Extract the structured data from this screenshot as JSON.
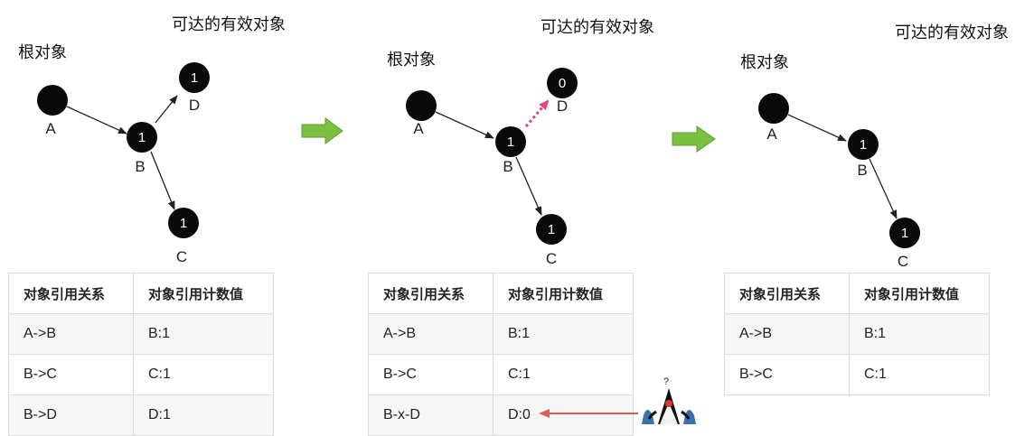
{
  "panels": [
    {
      "root_label": "根对象",
      "reachable_label": "可达的有效对象",
      "nodes": {
        "A": {
          "name": "A",
          "count": ""
        },
        "B": {
          "name": "B",
          "count": "1"
        },
        "C": {
          "name": "C",
          "count": "1"
        },
        "D": {
          "name": "D",
          "count": "1"
        }
      },
      "table": {
        "headers": [
          "对象引用关系",
          "对象引用计数值"
        ],
        "rows": [
          [
            "A->B",
            "B:1"
          ],
          [
            "B->C",
            "C:1"
          ],
          [
            "B->D",
            "D:1"
          ]
        ]
      }
    },
    {
      "root_label": "根对象",
      "reachable_label": "可达的有效对象",
      "nodes": {
        "A": {
          "name": "A",
          "count": ""
        },
        "B": {
          "name": "B",
          "count": "1"
        },
        "C": {
          "name": "C",
          "count": "1"
        },
        "D": {
          "name": "D",
          "count": "0"
        }
      },
      "table": {
        "headers": [
          "对象引用关系",
          "对象引用计数值"
        ],
        "rows": [
          [
            "A->B",
            "B:1"
          ],
          [
            "B->C",
            "C:1"
          ],
          [
            "B-x-D",
            "D:0"
          ]
        ]
      }
    },
    {
      "root_label": "根对象",
      "reachable_label": "可达的有效对象",
      "nodes": {
        "A": {
          "name": "A",
          "count": ""
        },
        "B": {
          "name": "B",
          "count": "1"
        },
        "C": {
          "name": "C",
          "count": "1"
        }
      },
      "table": {
        "headers": [
          "对象引用关系",
          "对象引用计数值"
        ],
        "rows": [
          [
            "A->B",
            "B:1"
          ],
          [
            "B->C",
            "C:1"
          ]
        ]
      }
    }
  ],
  "colors": {
    "node": "#0a0a0a",
    "edge": "#222222",
    "broken_edge": "#e0457a",
    "step_arrow": "#7ac142",
    "pointer_arrow": "#e05a5a"
  },
  "icons": {
    "step_arrow": "green-right-arrow-icon",
    "mascot": "duke-mascot-icon"
  },
  "mascot_text": "?"
}
